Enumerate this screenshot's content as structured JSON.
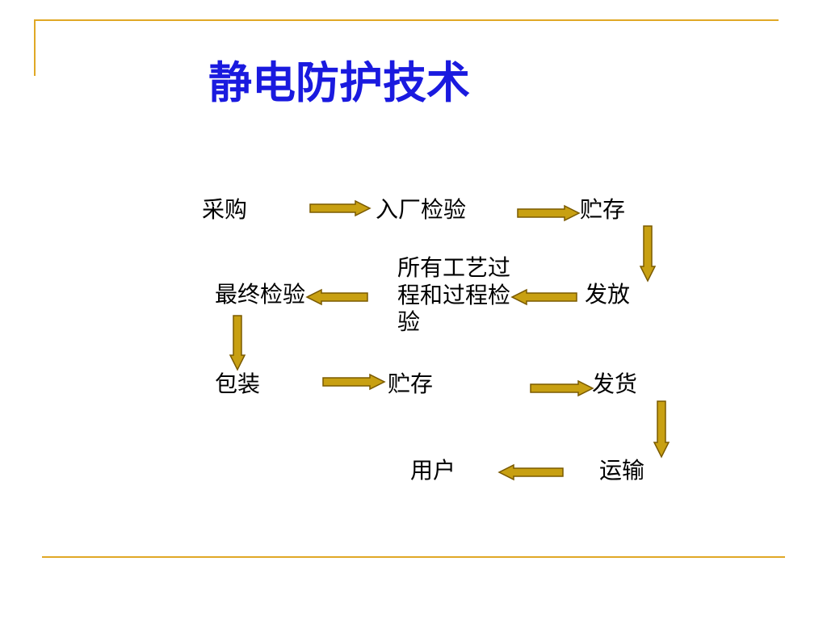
{
  "slide": {
    "title": "静电防护技术",
    "accent_color": "#e0a826",
    "title_color": "#1a1adf",
    "arrow_fill": "#c8a012",
    "arrow_stroke": "#7a5a00"
  },
  "flow": {
    "nodes": {
      "purchase": "采购",
      "incoming_inspection": "入厂检验",
      "storage_1": "贮存",
      "release": "发放",
      "all_process_inspection": "所有工艺过程和过程检验",
      "final_inspection": "最终检验",
      "packaging": "包装",
      "storage_2": "贮存",
      "shipment": "发货",
      "transport": "运输",
      "user": "用户"
    },
    "edges": [
      {
        "from": "purchase",
        "to": "incoming_inspection",
        "direction": "right"
      },
      {
        "from": "incoming_inspection",
        "to": "storage_1",
        "direction": "right"
      },
      {
        "from": "storage_1",
        "to": "release",
        "direction": "down"
      },
      {
        "from": "release",
        "to": "all_process_inspection",
        "direction": "left"
      },
      {
        "from": "all_process_inspection",
        "to": "final_inspection",
        "direction": "left"
      },
      {
        "from": "final_inspection",
        "to": "packaging",
        "direction": "down"
      },
      {
        "from": "packaging",
        "to": "storage_2",
        "direction": "right"
      },
      {
        "from": "storage_2",
        "to": "shipment",
        "direction": "right"
      },
      {
        "from": "shipment",
        "to": "transport",
        "direction": "down"
      },
      {
        "from": "transport",
        "to": "user",
        "direction": "left"
      }
    ]
  }
}
